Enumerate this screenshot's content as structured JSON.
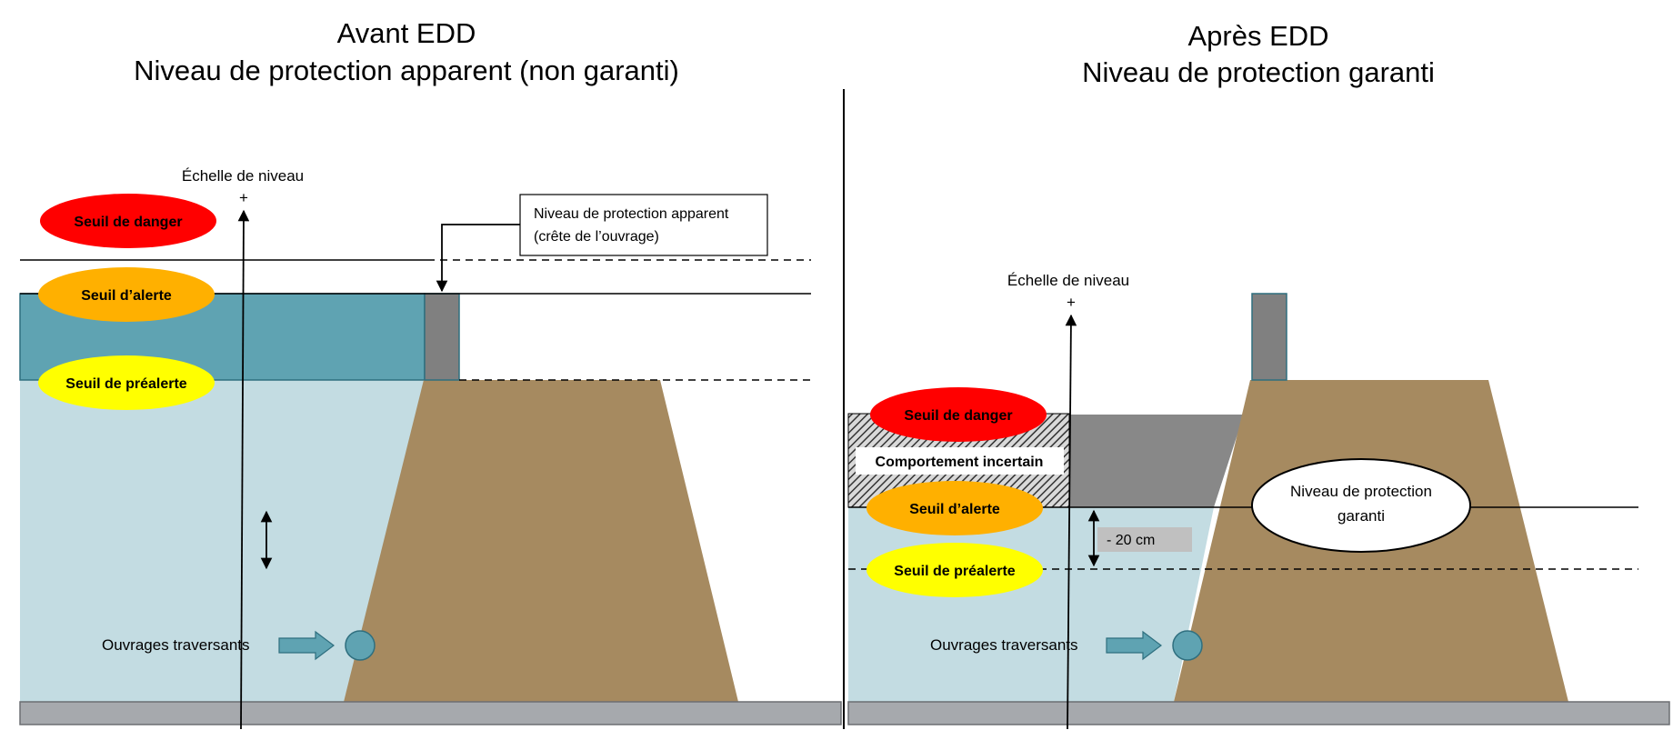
{
  "left_panel": {
    "title_line1": "Avant EDD",
    "title_line2": "Niveau de protection apparent (non garanti)",
    "scale_label": "Échelle de niveau",
    "scale_plus": "+",
    "danger_label": "Seuil de danger",
    "alert_label": "Seuil d’alerte",
    "prealert_label": "Seuil de préalerte",
    "callout_line1": "Niveau de protection apparent",
    "callout_line2": "(crête de l’ouvrage)",
    "crossing_label": "Ouvrages traversants"
  },
  "right_panel": {
    "title_line1": "Après EDD",
    "title_line2": "Niveau de protection garanti",
    "scale_label": "Échelle de niveau",
    "scale_plus": "+",
    "danger_label": "Seuil de danger",
    "uncertain_label": "Comportement incertain",
    "alert_label": "Seuil d’alerte",
    "prealert_label": "Seuil de préalerte",
    "guaranteed_line1": "Niveau de protection",
    "guaranteed_line2": "garanti",
    "offset_label": "- 20 cm",
    "crossing_label": "Ouvrages traversants"
  },
  "colors": {
    "danger": "#ff0000",
    "alert": "#ffb000",
    "prealert": "#ffff00",
    "water_light": "#c3dce2",
    "water_dark": "#5fa3b2",
    "dike": "#a68a60",
    "crest": "#808080",
    "ground": "#a6a9ad",
    "uncertain_zone": "#888888"
  }
}
